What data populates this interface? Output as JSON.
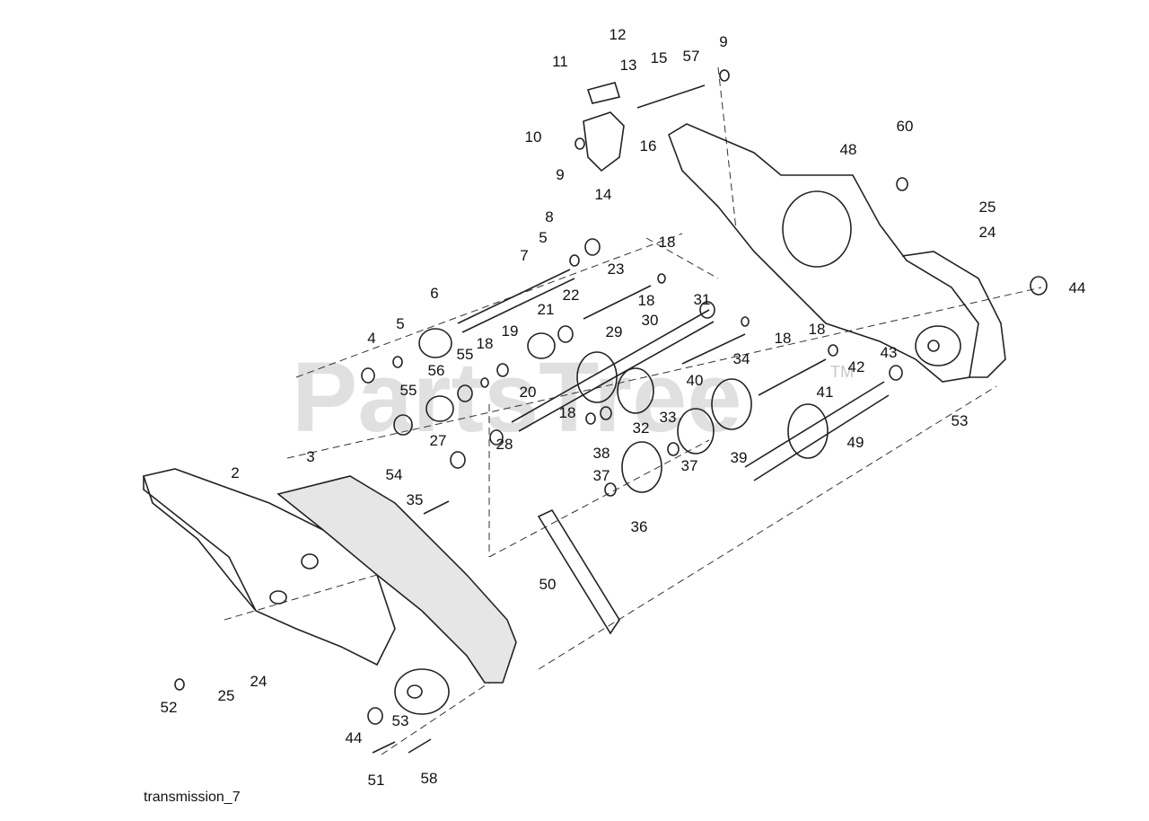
{
  "watermark": {
    "text": "PartsTree",
    "tm": "TM"
  },
  "caption": "transmission_7",
  "callouts": [
    "2",
    "3",
    "4",
    "5",
    "5",
    "6",
    "7",
    "8",
    "9",
    "9",
    "10",
    "11",
    "12",
    "13",
    "14",
    "15",
    "16",
    "18",
    "18",
    "18",
    "18",
    "18",
    "18",
    "19",
    "20",
    "21",
    "22",
    "23",
    "24",
    "24",
    "25",
    "25",
    "27",
    "28",
    "29",
    "30",
    "31",
    "32",
    "33",
    "34",
    "35",
    "36",
    "37",
    "37",
    "38",
    "39",
    "40",
    "41",
    "42",
    "43",
    "44",
    "44",
    "48",
    "49",
    "50",
    "51",
    "52",
    "53",
    "53",
    "54",
    "55",
    "55",
    "56",
    "57",
    "58",
    "60"
  ]
}
